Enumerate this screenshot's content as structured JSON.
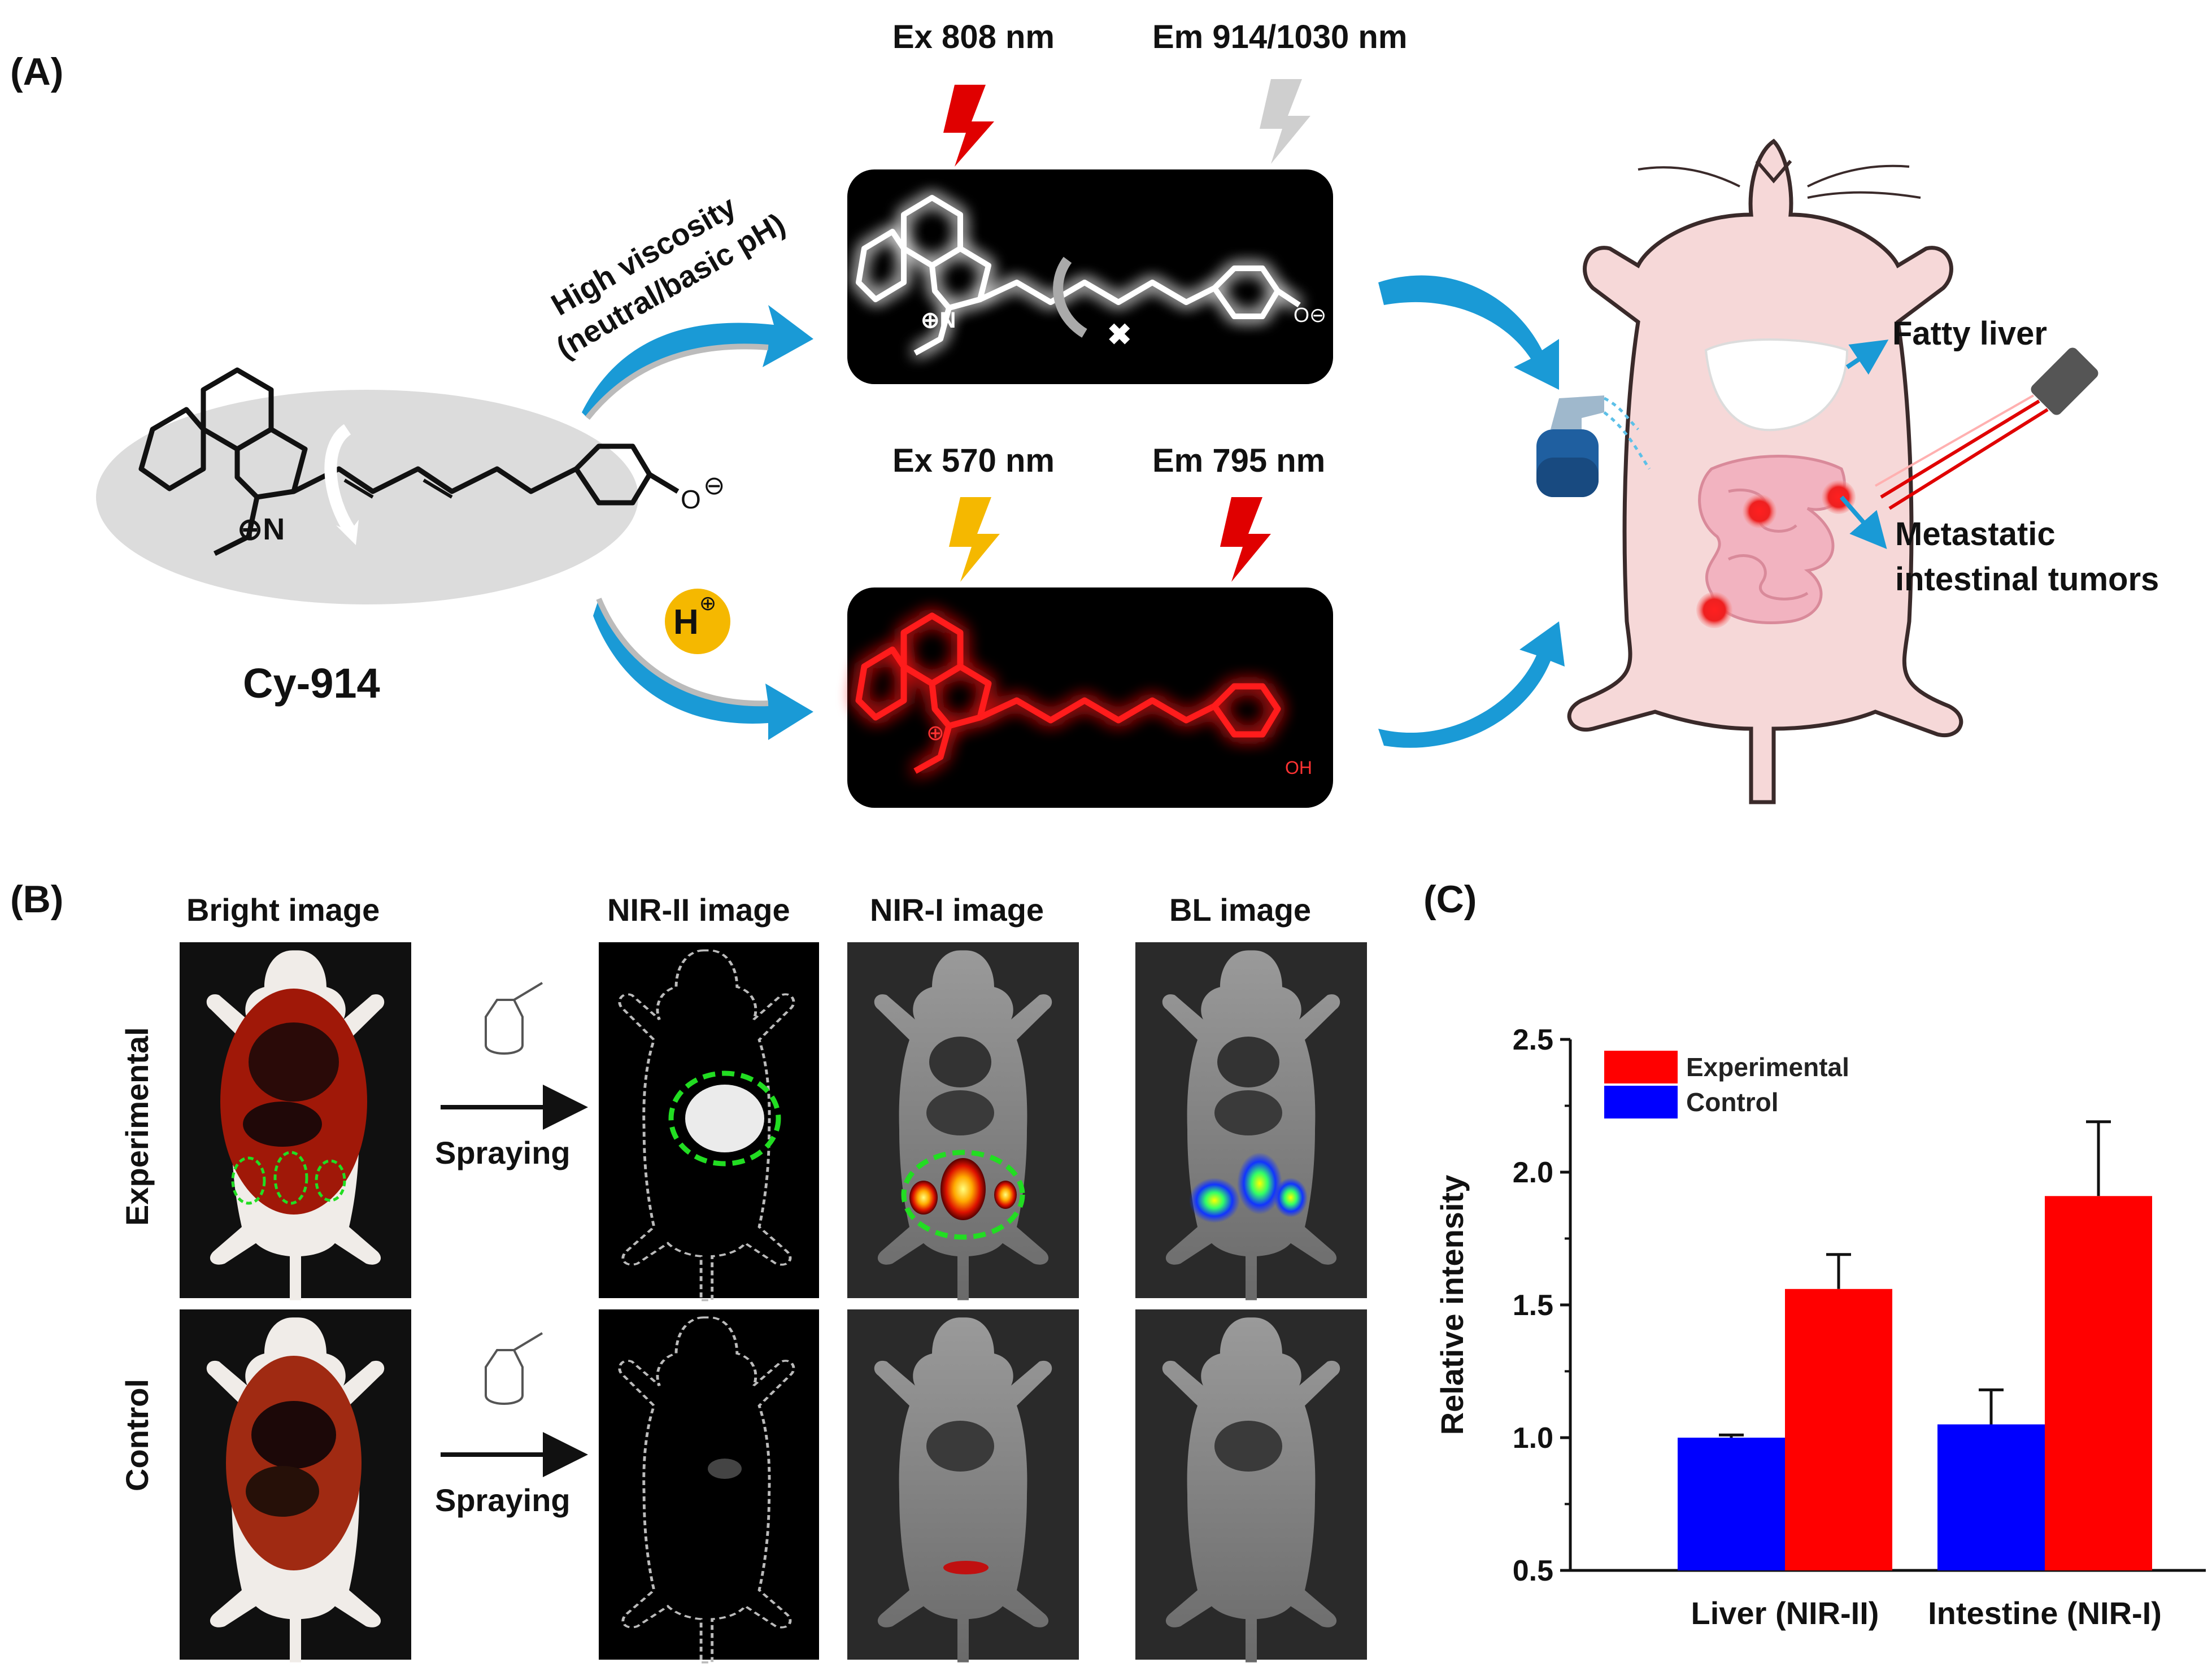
{
  "panel_a": {
    "label": "(A)",
    "compound": "Cy-914",
    "upper_path": {
      "condition_line1": "High viscosity",
      "condition_line2": "(neutral/basic pH)",
      "excitation": "Ex 808 nm",
      "emission": "Em 914/1030 nm"
    },
    "lower_path": {
      "trigger": "H",
      "excitation": "Ex 570 nm",
      "emission": "Em 795 nm"
    },
    "mouse": {
      "label_liver": "Fatty liver",
      "label_tumor_line1": "Metastatic",
      "label_tumor_line2": "intestinal tumors"
    }
  },
  "panel_b": {
    "label": "(B)",
    "columns": [
      "Bright image",
      "NIR-II image",
      "NIR-I image",
      "BL image"
    ],
    "rows": [
      "Experimental",
      "Control"
    ],
    "action": "Spraying"
  },
  "panel_c": {
    "label": "(C)"
  },
  "colors": {
    "experimental": "#ff0000",
    "control": "#0000ff",
    "arrow_blue": "#1a9ad6",
    "lightning_red": "#e00000",
    "lightning_yellow": "#f5b800",
    "lightning_grey": "#cfcfcf"
  },
  "chart_data": {
    "type": "bar",
    "categories": [
      "Liver (NIR-II)",
      "Intestine (NIR-I)"
    ],
    "series": [
      {
        "name": "Control",
        "values": [
          1.0,
          1.05
        ],
        "errors": [
          0.01,
          0.13
        ]
      },
      {
        "name": "Experimental",
        "values": [
          1.56,
          1.91
        ],
        "errors": [
          0.13,
          0.28
        ]
      }
    ],
    "ylabel": "Relative intensity",
    "ylim": [
      0.5,
      2.5
    ],
    "yticks": [
      "0.5",
      "1.0",
      "1.5",
      "2.0",
      "2.5"
    ],
    "legend": [
      "Experimental",
      "Control"
    ],
    "legend_position": "top-left",
    "grid": false
  }
}
